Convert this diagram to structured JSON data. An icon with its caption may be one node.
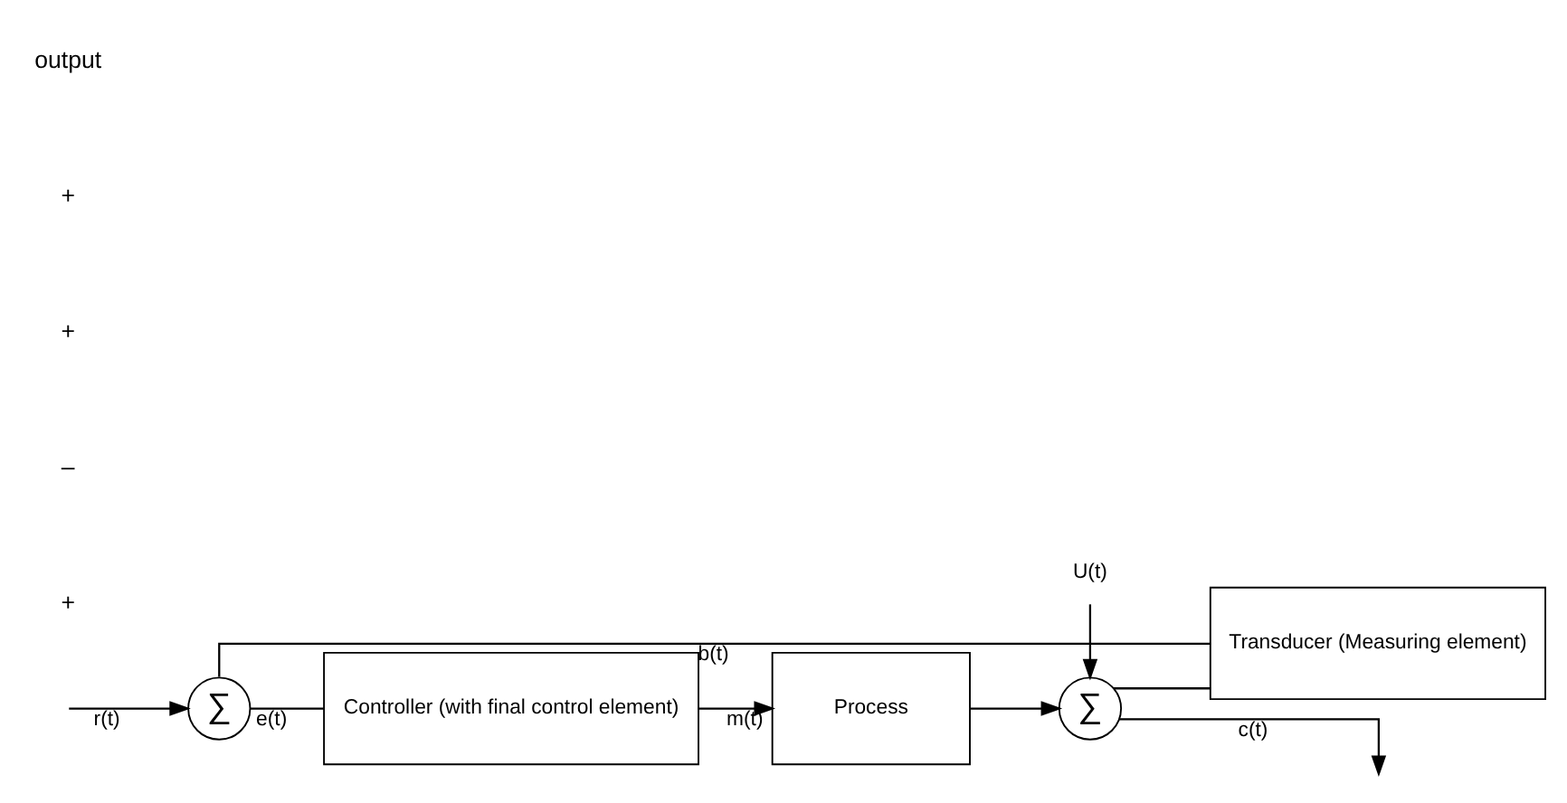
{
  "diagram": {
    "nodes": [
      {
        "text": [
          "∑"
        ]
      },
      {
        "text": [
          "Controller (with final control element)"
        ]
      },
      {
        "text": [
          "Process"
        ]
      },
      {
        "text": [
          "∑"
        ]
      },
      {
        "text": [
          "Transducer (Measuring element)"
        ]
      },
      {
        "text": [
          "U(t)"
        ]
      }
    ],
    "edges": [
      {
        "from": null,
        "to": 0,
        "arrow": "to",
        "label": "r(t)"
      },
      {
        "from": 0,
        "to": 1,
        "arrow": "none",
        "label": "e(t)"
      },
      {
        "from": 1,
        "to": 2,
        "arrow": "to",
        "label": "m(t)"
      },
      {
        "from": 2,
        "to": 3,
        "arrow": "to"
      },
      {
        "from": 5,
        "to": 3,
        "arrow": "to"
      },
      {
        "from": 3,
        "to": null,
        "arrow": "to",
        "label": "c(t)"
      },
      {
        "from": 3,
        "to": 4,
        "arrow": "none"
      },
      {
        "from": 4,
        "to": 0,
        "arrow": "none",
        "label": "b(t)"
      }
    ],
    "labels": [
      "+",
      "–",
      "+",
      "+",
      "output"
    ]
  }
}
